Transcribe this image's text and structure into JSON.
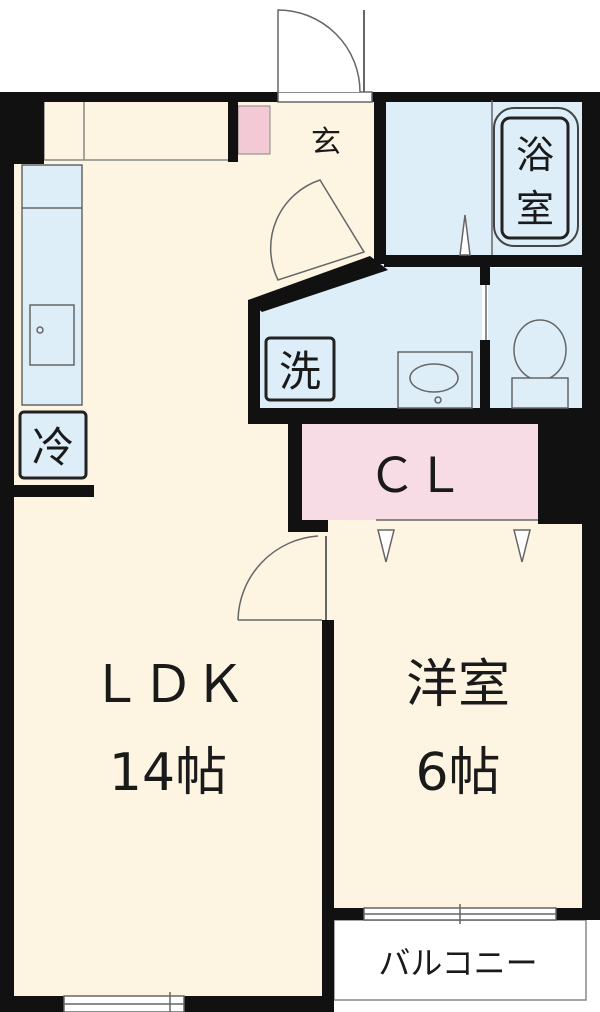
{
  "floor_plan": {
    "rooms": {
      "ldk": {
        "name": "ＬＤＫ",
        "size": "14帖"
      },
      "western_room": {
        "name": "洋室",
        "size": "6帖"
      },
      "entrance": {
        "name": "玄"
      },
      "bathroom": {
        "name_line1": "浴",
        "name_line2": "室"
      },
      "washroom": {
        "name": "洗"
      },
      "closet": {
        "name": "ＣＬ"
      },
      "refrigerator": {
        "name": "冷"
      },
      "balcony": {
        "name": "バルコニー"
      }
    },
    "colors": {
      "wall": "#111111",
      "living_floor": "#fdf4e1",
      "wet_area": "#ddeef9",
      "closet": "#f8dce5",
      "entrance_marker": "#f3c9d5",
      "balcony": "#ffffff"
    }
  }
}
